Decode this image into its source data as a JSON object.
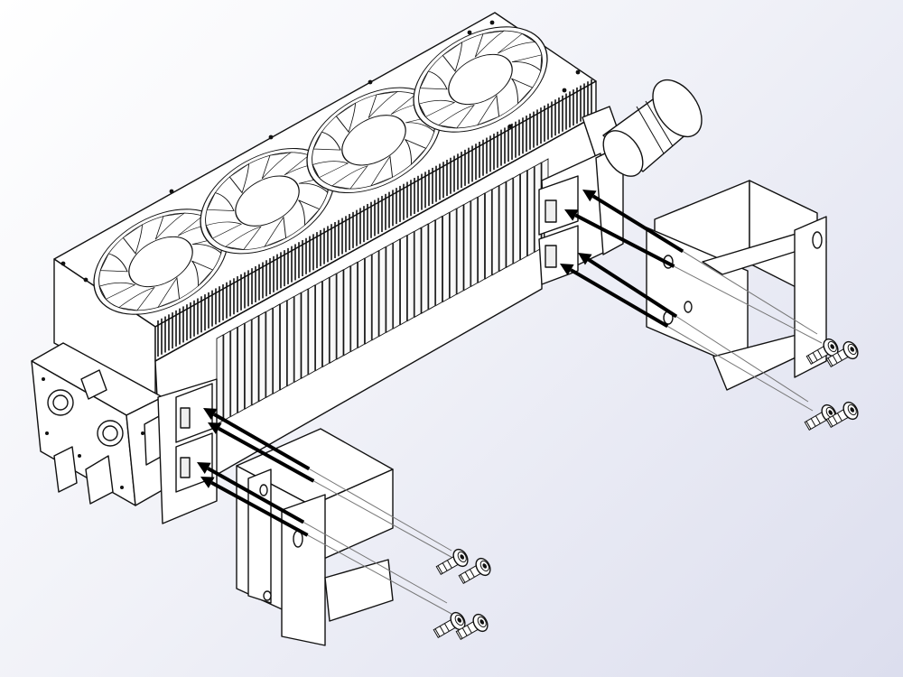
{
  "view": {
    "background_top": "#ffffff",
    "background_bottom": "#dcdeee",
    "line_color": "#111111",
    "fill_color": "#ffffff"
  },
  "assembly": {
    "fan_count": 4,
    "fan_icon": "axial-fan-icon",
    "motor_icon": "cylinder-motor-icon",
    "screw_icon": "socket-head-cap-screw-icon",
    "arrow_icon": "assembly-arrow-icon"
  },
  "brackets": [
    {
      "id": "bracket-front",
      "screw_count": 4
    },
    {
      "id": "bracket-rear",
      "screw_count": 4
    }
  ]
}
